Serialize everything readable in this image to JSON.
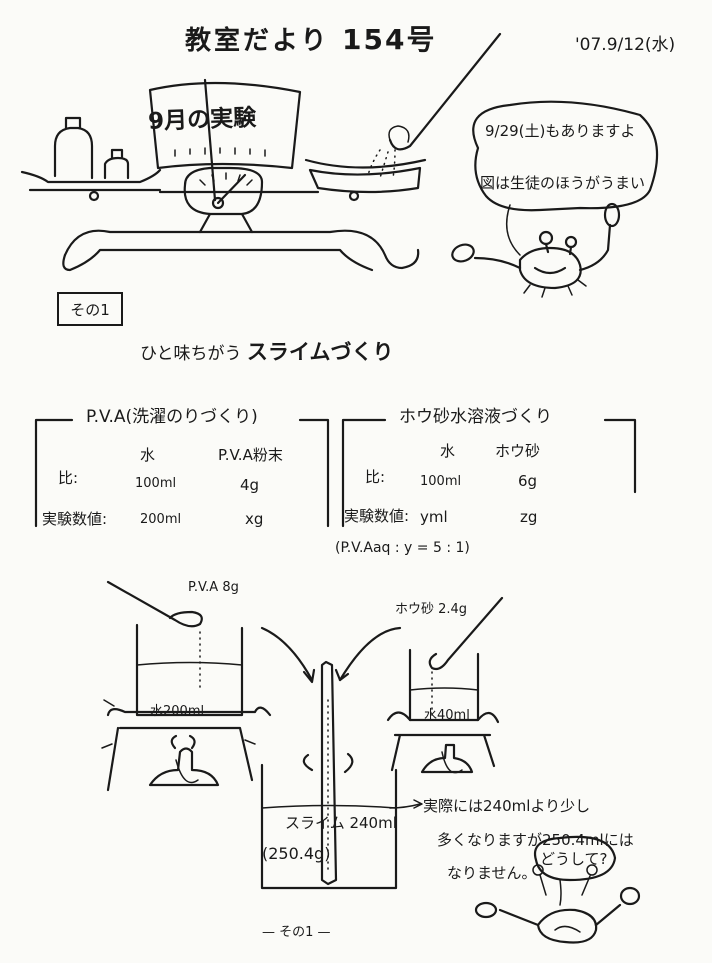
{
  "header": {
    "title": "教室だより",
    "issue": "154号",
    "date": "'07.9/12(水)"
  },
  "sign": {
    "text": "9月の実験"
  },
  "speech": {
    "line1": "9/29(土)もありますよ",
    "line2": "図は生徒のほうがうまい"
  },
  "section": {
    "tag": "その1",
    "subtitle": "ひと味ちがう",
    "headline": "スライムづくり"
  },
  "pva_box": {
    "title": "P.V.A(洗濯のりづくり)",
    "col1": "水",
    "col2": "P.V.A粉末",
    "ratio_label": "比:",
    "ratio_water": "100ml",
    "ratio_powder": "4g",
    "exp_label": "実験数値:",
    "exp_water": "200ml",
    "exp_powder": "xg"
  },
  "borax_box": {
    "title": "ホウ砂水溶液づくり",
    "col1": "水",
    "col2": "ホウ砂",
    "ratio_label": "比:",
    "ratio_water": "100ml",
    "ratio_borax": "6g",
    "exp_label": "実験数値:",
    "exp_water": "yml",
    "exp_borax": "zg"
  },
  "ratio_note": "(P.V.Aaq : y = 5 : 1)",
  "illustration": {
    "pva_label": "P.V.A 8g",
    "borax_label": "ホウ砂 2.4g",
    "water1": "水200ml",
    "water2": "水40ml",
    "slime": "スライム 240ml",
    "weight": "(250.4g)"
  },
  "explanation": {
    "line1": "実際には240mlより少し",
    "line2": "多くなりますが250.4mlには",
    "line3": "なりません。",
    "question": "どうして?"
  },
  "footer": "— その1 —"
}
